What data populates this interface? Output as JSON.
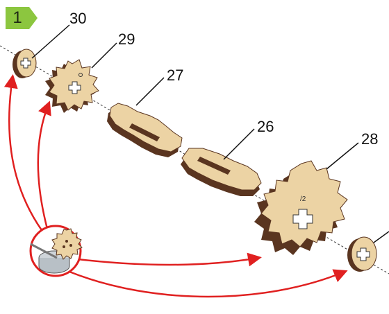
{
  "step": {
    "number": "1"
  },
  "parts": [
    {
      "id": "30",
      "label": "30"
    },
    {
      "id": "29",
      "label": "29"
    },
    {
      "id": "27",
      "label": "27"
    },
    {
      "id": "26",
      "label": "26"
    },
    {
      "id": "28",
      "label": "28"
    }
  ],
  "gear_marking": "/2",
  "colors": {
    "wood_face": "#ecd3a4",
    "wood_edge": "#5a3520",
    "arrow": "#e02020",
    "badge": "#8cc63f"
  },
  "icons": [
    "glue-pot-icon"
  ]
}
